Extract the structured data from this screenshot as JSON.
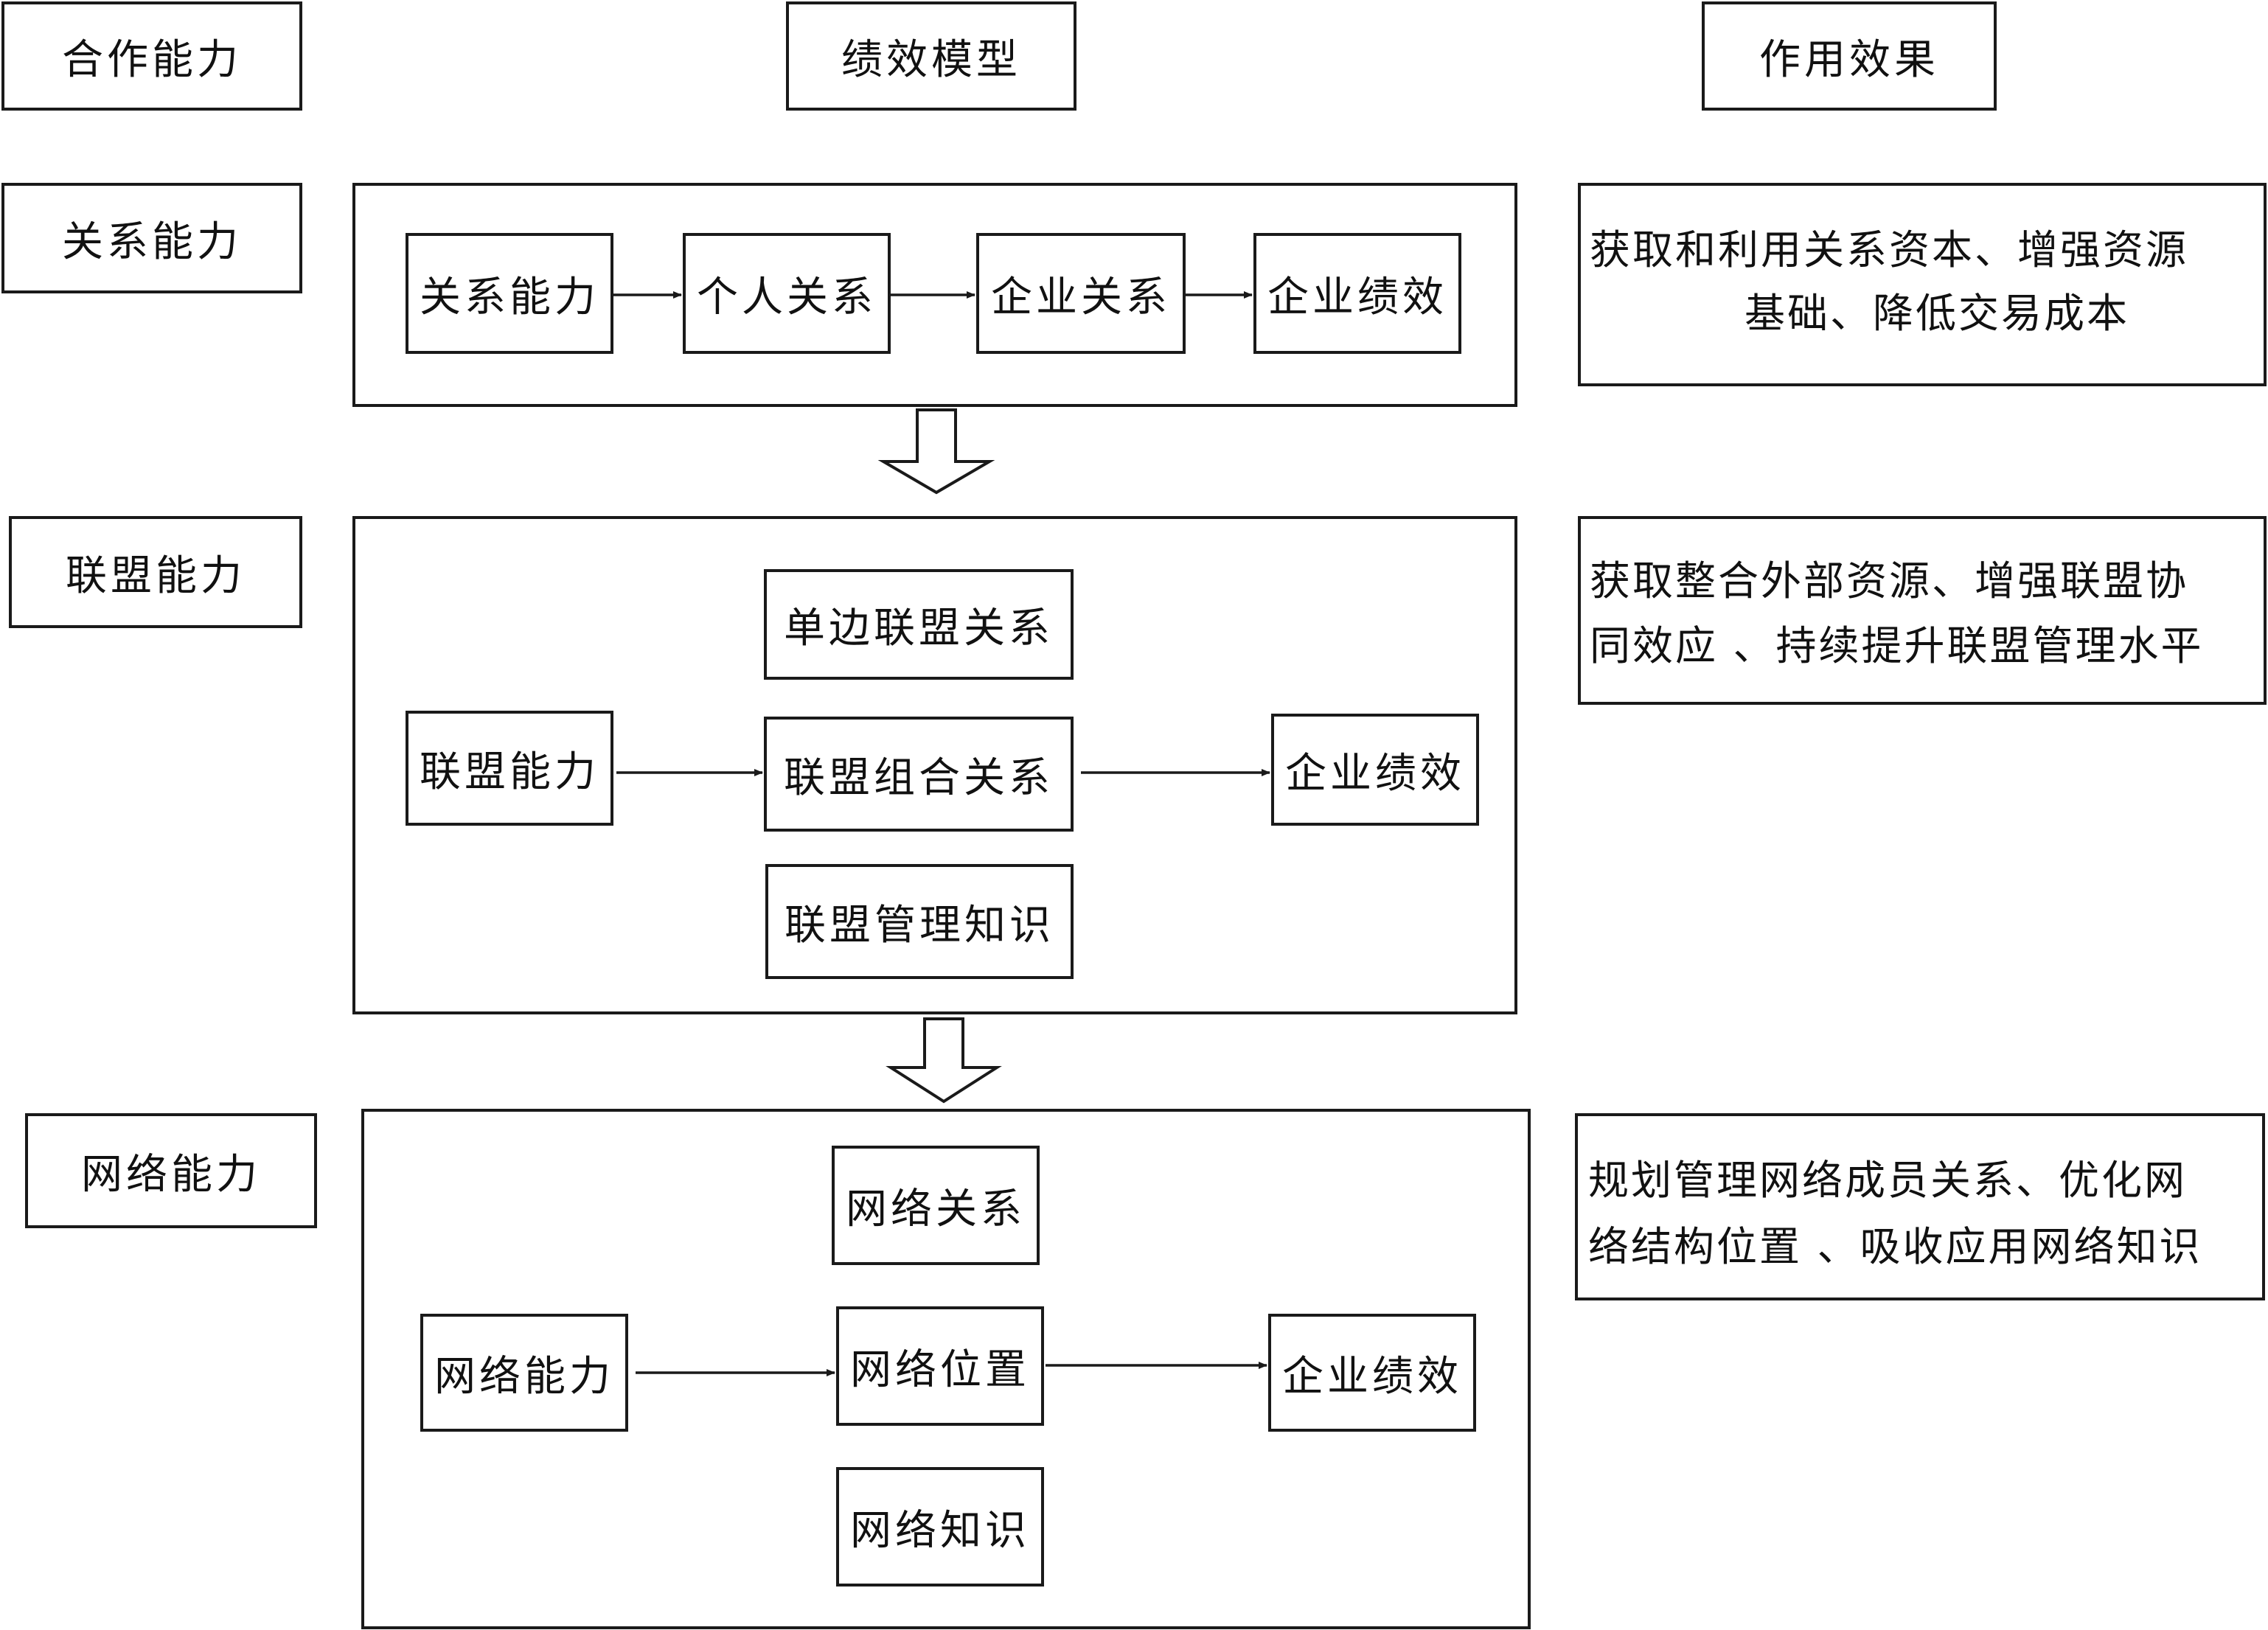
{
  "headers": {
    "col1": "合作能力",
    "col2": "绩效模型",
    "col3": "作用效果"
  },
  "rows": [
    {
      "capability": "关系能力",
      "model": {
        "nodes": [
          "关系能力",
          "个人关系",
          "企业关系",
          "企业绩效"
        ]
      },
      "effect": {
        "line1": "获取和利用关系资本、增强资源",
        "line2": "基础、降低交易成本"
      }
    },
    {
      "capability": "联盟能力",
      "model": {
        "source": "联盟能力",
        "middle_top": "单边联盟关系",
        "middle": "联盟组合关系",
        "middle_bottom": "联盟管理知识",
        "target": "企业绩效"
      },
      "effect": {
        "line1": "获取整合外部资源、增强联盟协",
        "line2": "同效应 、持续提升联盟管理水平"
      }
    },
    {
      "capability": "网络能力",
      "model": {
        "source": "网络能力",
        "middle_top": "网络关系",
        "middle": "网络位置",
        "middle_bottom": "网络知识",
        "target": "企业绩效"
      },
      "effect": {
        "line1": "规划管理网络成员关系、优化网",
        "line2": "络结构位置 、吸收应用网络知识"
      }
    }
  ]
}
